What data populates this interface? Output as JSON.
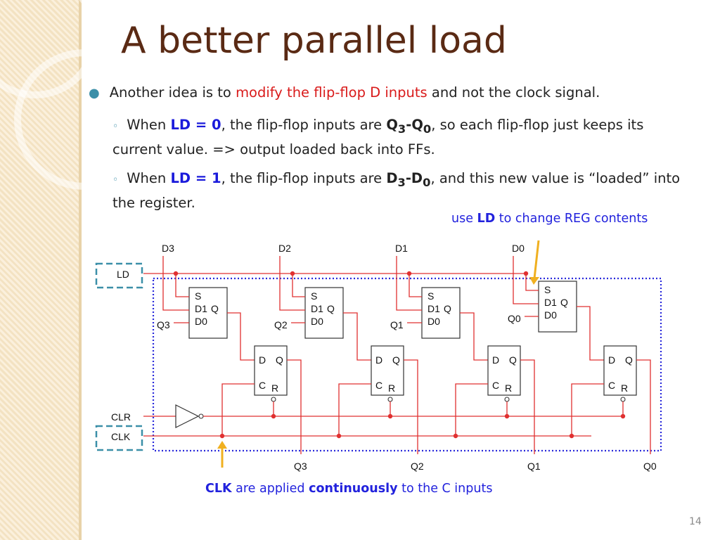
{
  "slide": {
    "title": "A better parallel load",
    "page_number": "14"
  },
  "bullets": {
    "b1": {
      "pre": "Another idea is to ",
      "highlight": "modify the flip-flop D inputs",
      "post": " and not the clock signal."
    },
    "b2": {
      "w": "When ",
      "ld": "LD = 0",
      "mid": ", the flip-flop inputs are ",
      "q": "Q",
      "s1": "3",
      "dash": "-Q",
      "s2": "0",
      "post": ", so each flip-flop just keeps its current value. => output loaded back into FFs."
    },
    "b3": {
      "w": "When ",
      "ld": "LD = 1",
      "mid": ", the flip-flop inputs are ",
      "d": "D",
      "s1": "3",
      "dash": "-D",
      "s2": "0",
      "post": ", and this new value is “loaded” into the register."
    }
  },
  "annotations": {
    "ld_note": {
      "pre": "use ",
      "bold": "LD",
      "post": " to change REG contents"
    },
    "clk_note": {
      "b1": "CLK",
      "mid": " are applied ",
      "b2": "continuously",
      "post": " to the C inputs"
    }
  },
  "circuit": {
    "inputs": [
      "D3",
      "D2",
      "D1",
      "D0"
    ],
    "outputs": [
      "Q3",
      "Q2",
      "Q1",
      "Q0"
    ],
    "feedback": [
      "Q3",
      "Q2",
      "Q1",
      "Q0"
    ],
    "signals": {
      "ld": "LD",
      "clr": "CLR",
      "clk": "CLK"
    },
    "mux_pins": {
      "s": "S",
      "d1": "D1",
      "q": "Q",
      "d0": "D0"
    },
    "ff_pins": {
      "d": "D",
      "q": "Q",
      "c": "C",
      "r": "R"
    }
  },
  "colors": {
    "wire": "#e03030",
    "title": "#5a2a14",
    "accent": "#3b8fa8",
    "highlight": "#d91b1b",
    "ld_blue": "#1a1adb",
    "arrow": "#f0b020",
    "dashed_box": "#2a2adb"
  }
}
